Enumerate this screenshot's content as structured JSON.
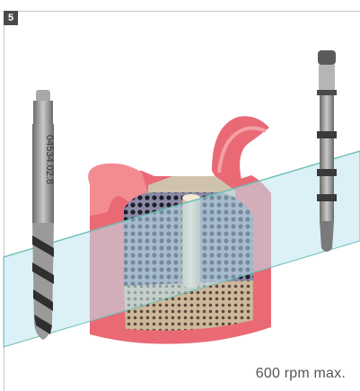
{
  "figure": {
    "step_number": "5",
    "speed_note": "600 rpm max.",
    "drill_engraving": "04534.02.8",
    "colors": {
      "plane": "#bfe3f2",
      "plane_edge": "#6bbfb2",
      "gingiva": "#e96a75",
      "gingiva_light": "#f28c92",
      "cortical_bone": "#d9c3a8",
      "cancellous_bone": "#b9b0c8",
      "implant_bed": "#e6d2b4",
      "drill_steel": "#8e8e8e",
      "drill_dark": "#2f2f2f"
    }
  }
}
